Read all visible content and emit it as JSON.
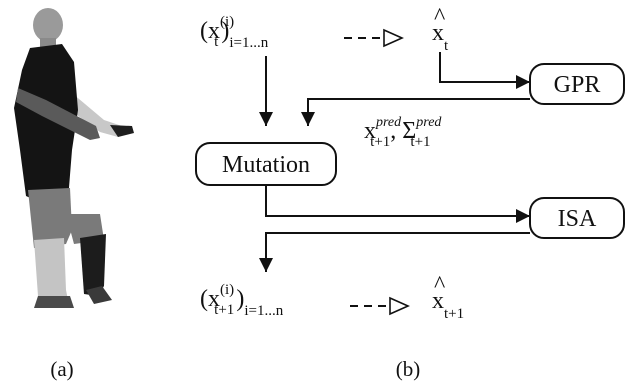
{
  "figure": {
    "captions": {
      "a": "(a)",
      "b": "(b)"
    }
  },
  "diagram": {
    "nodes": {
      "mutation": "Mutation",
      "gpr": "GPR",
      "isa": "ISA"
    },
    "particles_t": {
      "base": "(x",
      "sup": "(i)",
      "sub": "t",
      "close": ")",
      "index": "i=1...n"
    },
    "estimate_t": {
      "base": "x",
      "hat": "^",
      "sub": "t"
    },
    "prediction": {
      "x_base": "x",
      "x_sup": "pred",
      "x_sub": "t+1",
      "sep": ",",
      "s_base": "Σ",
      "s_sup": "pred",
      "s_sub": "t+1"
    },
    "particles_t1": {
      "base": "(x",
      "sup": "(i)",
      "sub": "t+1",
      "close": ")",
      "index": "i=1...n"
    },
    "estimate_t1": {
      "base": "x",
      "hat": "^",
      "sub": "t+1"
    }
  },
  "colors": {
    "ink": "#111111",
    "figure_body": "#141414",
    "figure_head": "#9a9a9a",
    "figure_arm_light": "#c8c8c8",
    "figure_arm_dark": "#5a5a5a",
    "figure_leg_mid": "#7a7a7a",
    "figure_leg_light": "#c4c4c4"
  },
  "icons": [
    "human-figure-silhouette",
    "arrow-head",
    "dashed-hollow-arrow"
  ]
}
